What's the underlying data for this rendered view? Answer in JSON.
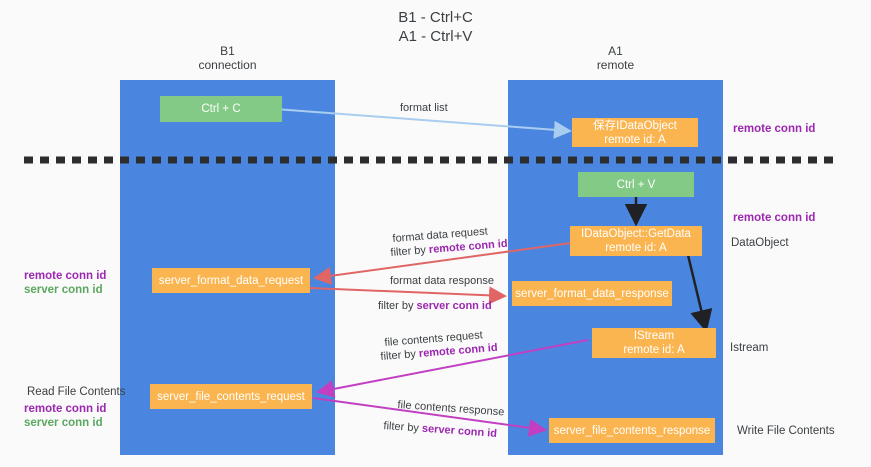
{
  "title": "B1 - Ctrl+C\nA1 - Ctrl+V",
  "columns": {
    "left": "B1\nconnection",
    "right": "A1\nremote"
  },
  "colors": {
    "lane": "#4a86e0",
    "green_box": "#84ca87",
    "orange_box": "#fbb550",
    "accent_purple": "#9c27b0",
    "accent_green": "#5aa75f",
    "arrow_blue": "#a9cdf0",
    "arrow_red": "#e06666",
    "arrow_magenta": "#c23fc2",
    "arrow_black": "#202124",
    "divider": "#2d2d2d",
    "background": "#fafafa"
  },
  "boxes": {
    "ctrl_c": "Ctrl + C",
    "ctrl_v": "Ctrl + V",
    "save_idataobject": "保存IDataObject\nremote id: A",
    "getdata": "IDataObject::GetData\nremote id: A",
    "istream": "IStream\nremote id: A",
    "server_format_data_request": "server_format_data_request",
    "server_format_data_response": "server_format_data_response",
    "server_file_contents_request": "server_file_contents_request",
    "server_file_contents_response": "server_file_contents_response"
  },
  "edge_labels": {
    "format_list": "format list",
    "format_data_request": "format data request",
    "format_data_request_filter_prefix": "filter by ",
    "format_data_request_filter_key": "remote conn id",
    "format_data_response": "format data response",
    "format_data_response_filter_prefix": "filter by ",
    "format_data_response_filter_key": "server conn id",
    "file_contents_request": "file contents request",
    "file_contents_request_filter_prefix": "filter by ",
    "file_contents_request_filter_key": "remote conn id",
    "file_contents_response": "file contents response",
    "file_contents_response_filter_prefix": "filter by ",
    "file_contents_response_filter_key": "server conn id"
  },
  "annotations": {
    "right_remote_conn_id_top": "remote conn id",
    "right_remote_conn_id_mid": "remote conn id",
    "right_dataobject": "DataObject",
    "right_istream": "Istream",
    "right_write_file_contents": "Write File Contents",
    "left_remote_conn_id_1": "remote conn id",
    "left_server_conn_id_1": "server conn id",
    "left_read_file_contents": "Read File Contents",
    "left_remote_conn_id_2": "remote conn id",
    "left_server_conn_id_2": "server conn id"
  }
}
